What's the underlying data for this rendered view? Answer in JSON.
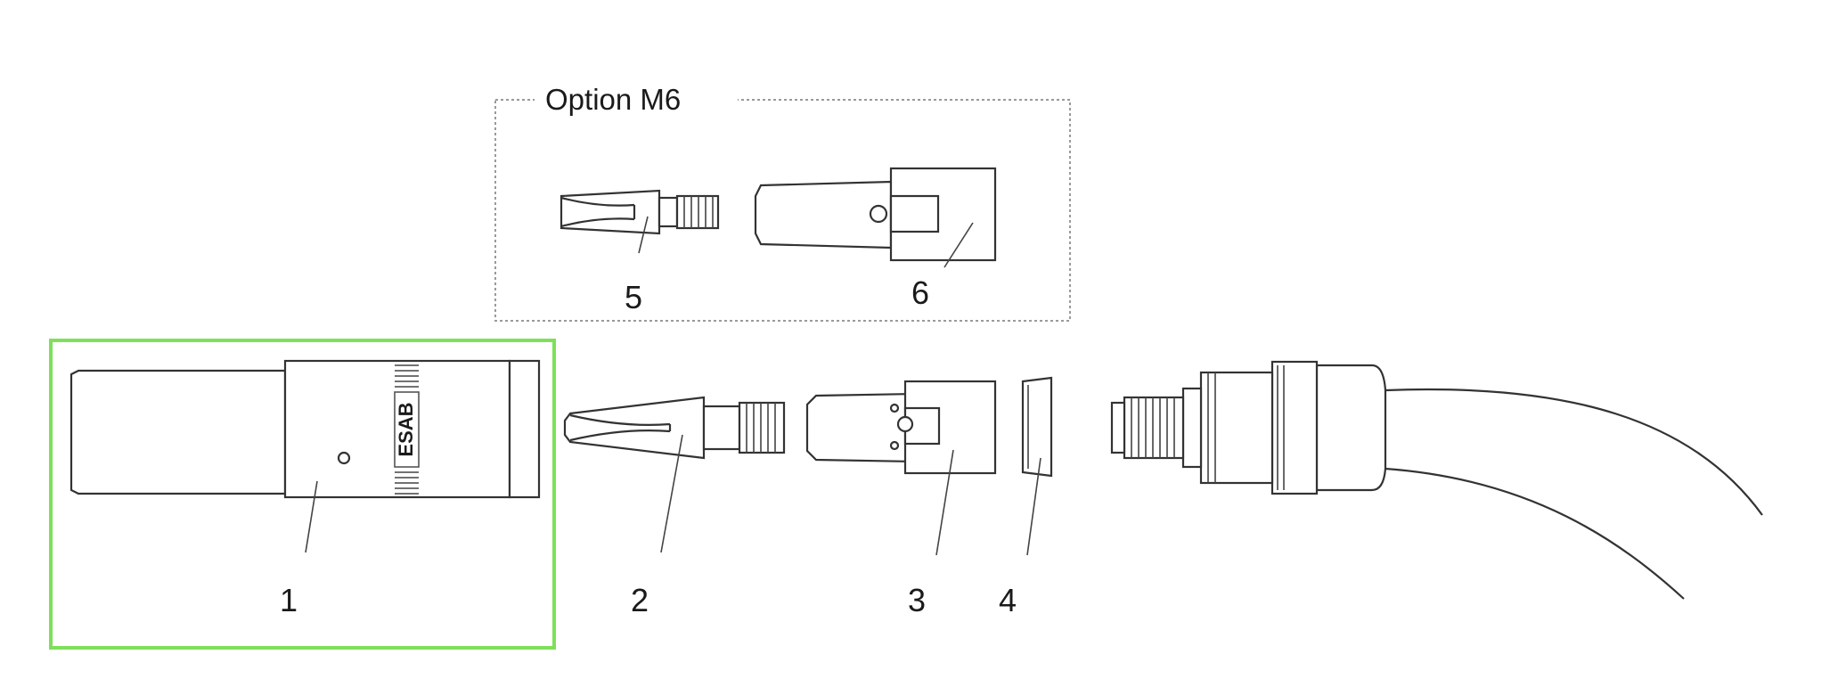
{
  "option_group": {
    "title": "Option M6"
  },
  "parts": [
    {
      "callout": "1",
      "brand_text": "ESAB",
      "selected": true
    },
    {
      "callout": "2"
    },
    {
      "callout": "3"
    },
    {
      "callout": "4"
    },
    {
      "callout": "5"
    },
    {
      "callout": "6"
    }
  ],
  "colors": {
    "highlight": "#7ee05a",
    "line": "#333333",
    "option_border": "#9a9a9a"
  }
}
